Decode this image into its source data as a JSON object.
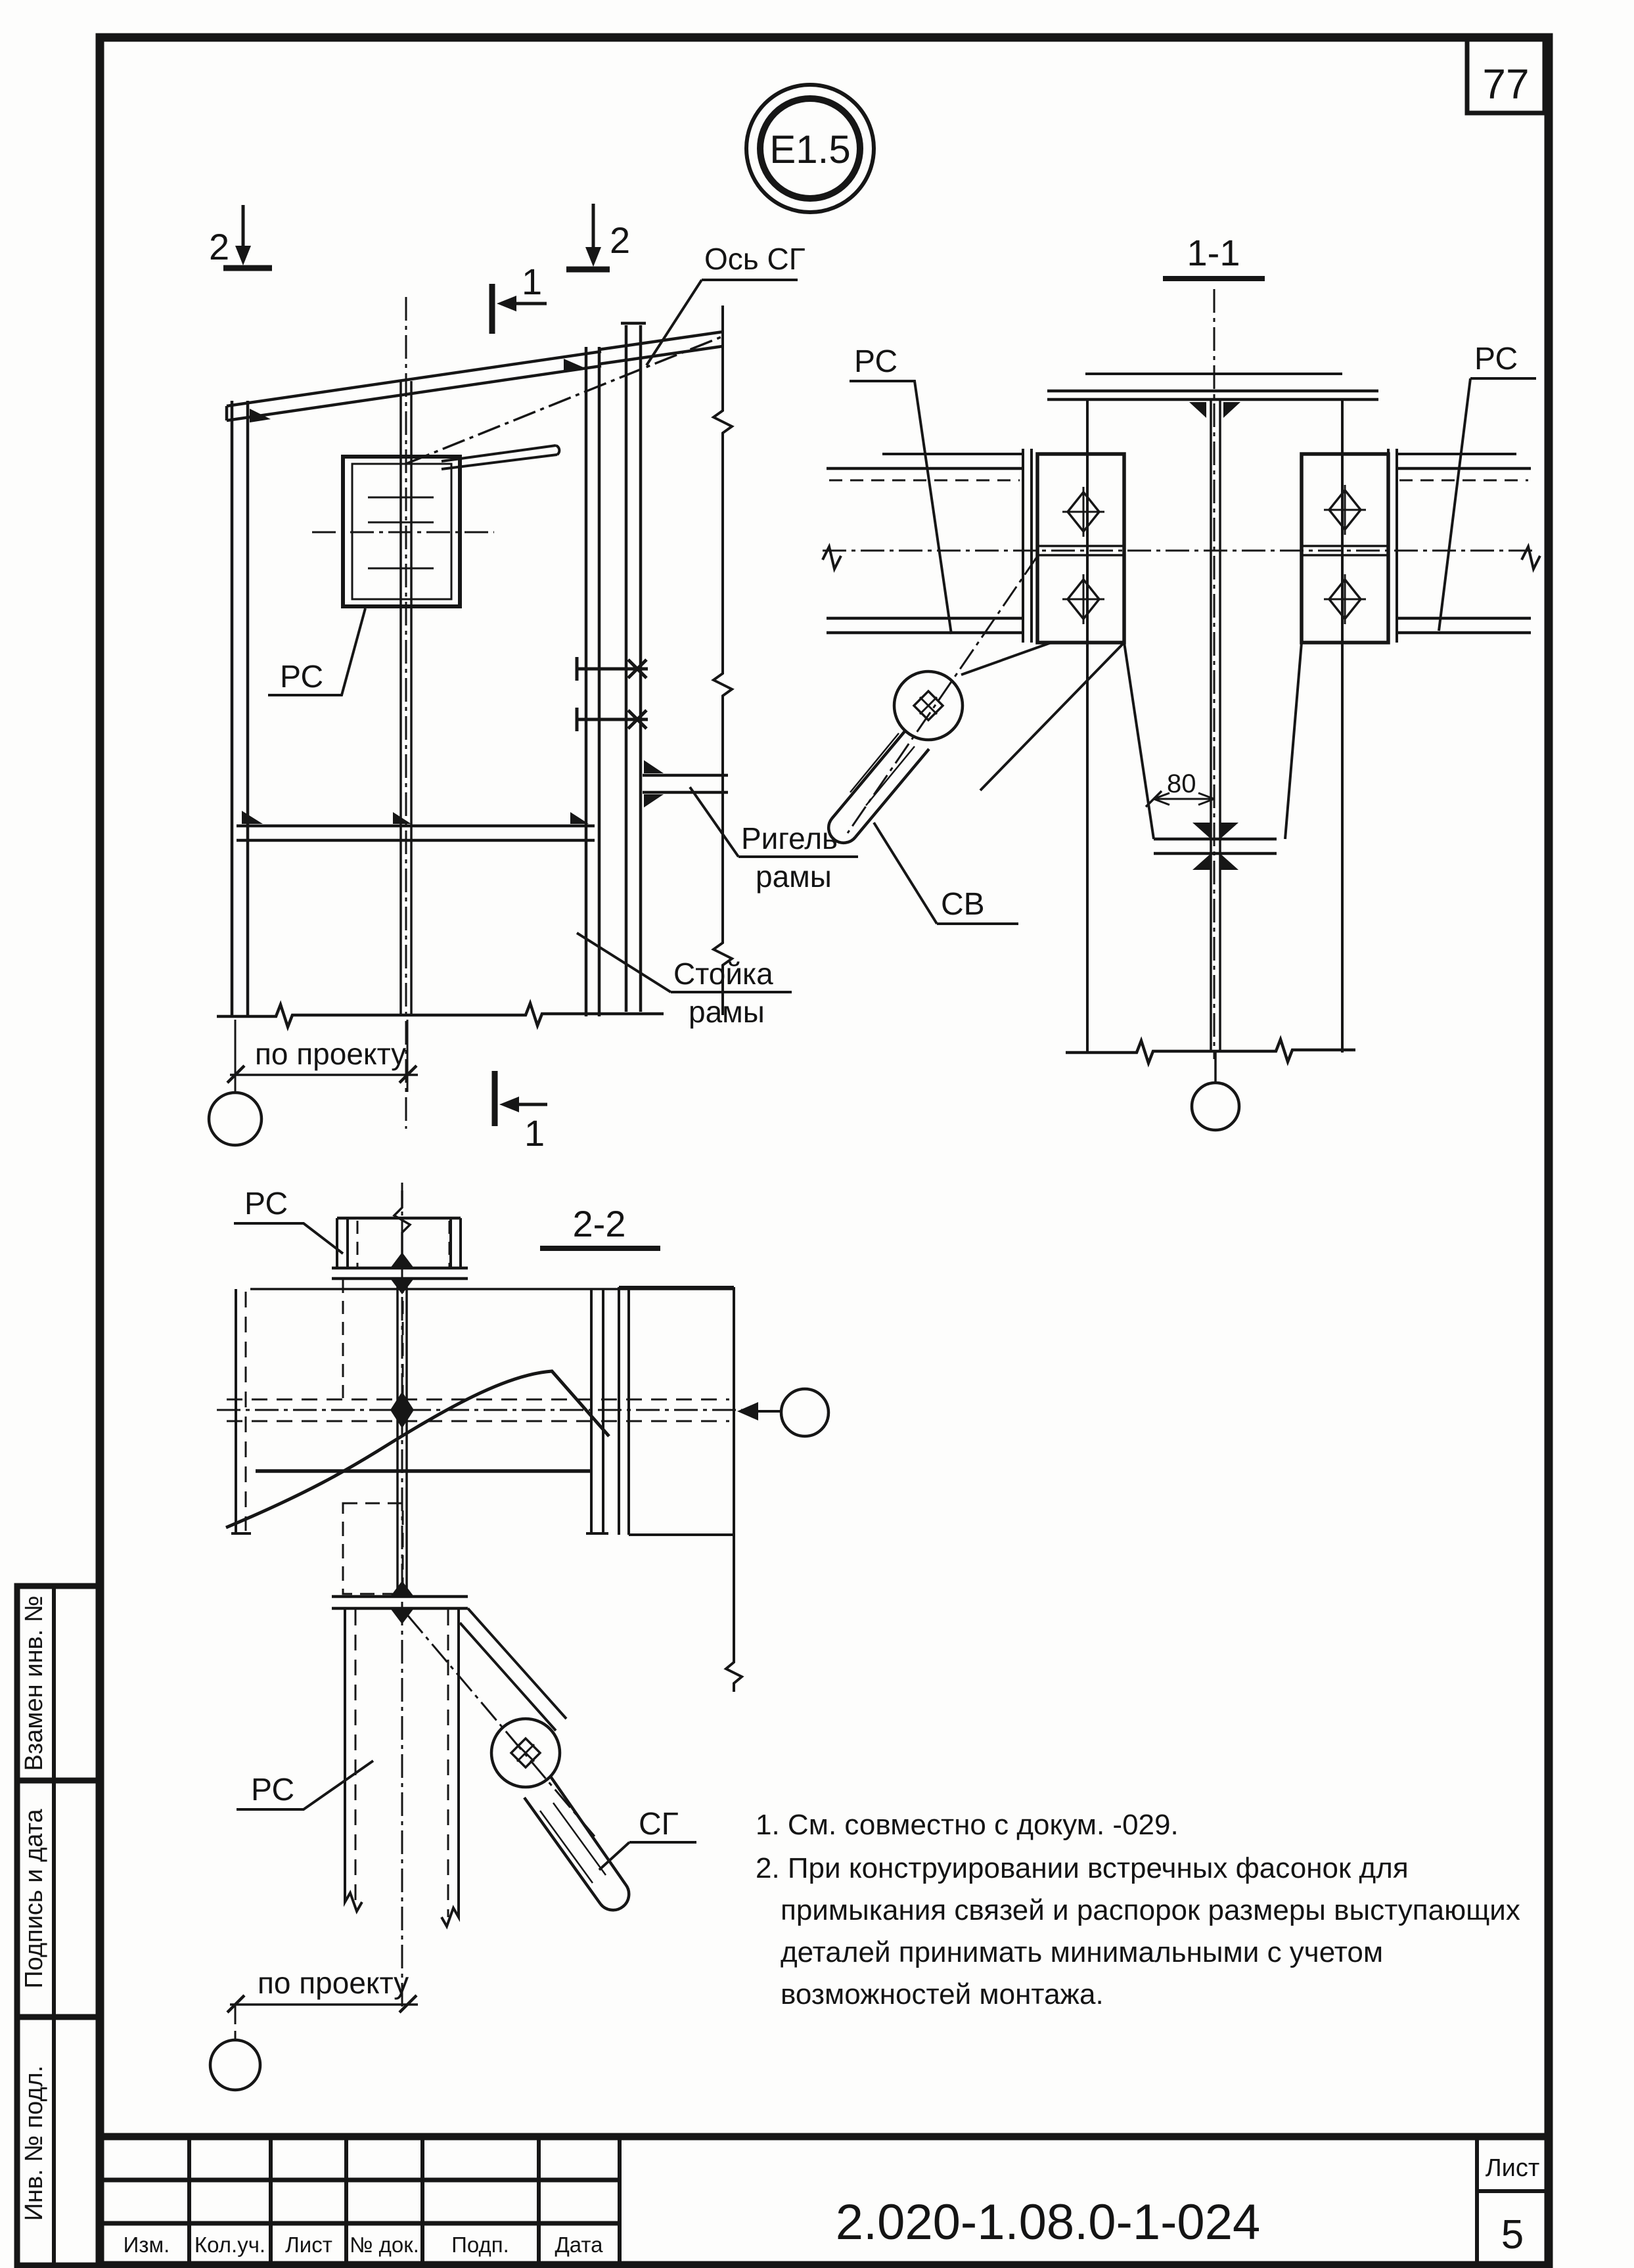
{
  "sheet": {
    "page_number": "77",
    "node_ref": "E1.5",
    "doc_number": "2.020-1.08.0-1-024",
    "sheet_word": "Лист",
    "sheet_number": "5"
  },
  "markers": {
    "sec2": "2",
    "sec1": "1"
  },
  "labels": {
    "axis_sg": "Ось СГ",
    "rs": "РС",
    "sv": "СВ",
    "sg": "СГ",
    "rigel_line1": "Ригель",
    "rigel_line2": "рамы",
    "stoika_line1": "Стойка",
    "stoika_line2": "рамы",
    "po_proektu": "по проекту",
    "dim_80": "80"
  },
  "views": {
    "section11_title": "1-1",
    "section22_title": "2-2"
  },
  "notes": {
    "line1": "1. См. совместно с докум. -029.",
    "line2": "2. При конструировании встречных фасонок для",
    "line3": "примыкания связей и распорок размеры выступающих",
    "line4": "деталей принимать минимальными с учетом",
    "line5": "возможностей монтажа."
  },
  "title_block": {
    "columns": [
      "Изм.",
      "Кол.уч.",
      "Лист",
      "№ док.",
      "Подп.",
      "Дата"
    ]
  },
  "sidebar": {
    "vzamen": "Взамен инв. №",
    "podpis": "Подпись и дата",
    "inv": "Инв. № подл."
  }
}
